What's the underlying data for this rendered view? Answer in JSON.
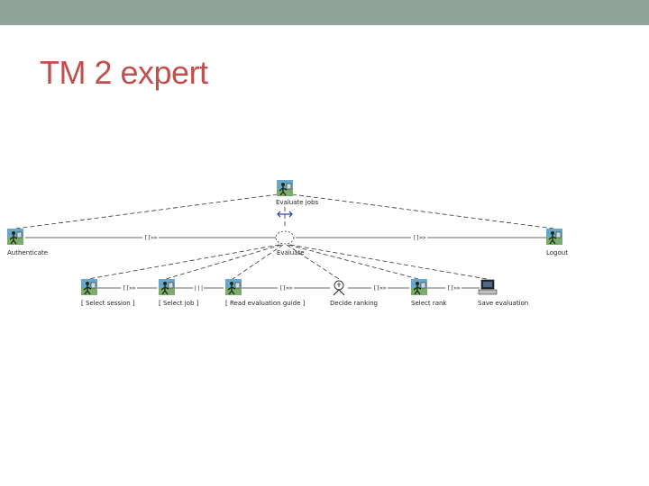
{
  "slide": {
    "title": "TM 2 expert"
  },
  "colors": {
    "bar": "#8fa39a",
    "title": "#c0504d",
    "arrow": "#1f3fa8"
  },
  "diagram": {
    "root": {
      "label": "Evaluate jobs",
      "icon": "abstract-task-icon"
    },
    "operators": {
      "enable": "[]>>",
      "concurrent": "|||",
      "enabling_info": "[]>>",
      "sequence_info": "[]>>",
      "top_left": "[]>>",
      "top_right": "[]>>"
    },
    "level1": [
      {
        "label": "Authenticate",
        "icon": "user-task-icon"
      },
      {
        "label": "Evaluate",
        "icon": "abstract-task-icon"
      },
      {
        "label": "Logout",
        "icon": "user-task-icon"
      }
    ],
    "level2": [
      {
        "label": "[ Select session ]",
        "icon": "user-task-icon"
      },
      {
        "label": "[ Select job ]",
        "icon": "user-task-icon"
      },
      {
        "label": "[ Read evaluation guide ]",
        "icon": "user-task-icon"
      },
      {
        "label": "Decide ranking",
        "icon": "cognitive-task-icon"
      },
      {
        "label": "Select rank",
        "icon": "user-task-icon"
      },
      {
        "label": "Save evaluation",
        "icon": "computer-task-icon"
      }
    ]
  }
}
